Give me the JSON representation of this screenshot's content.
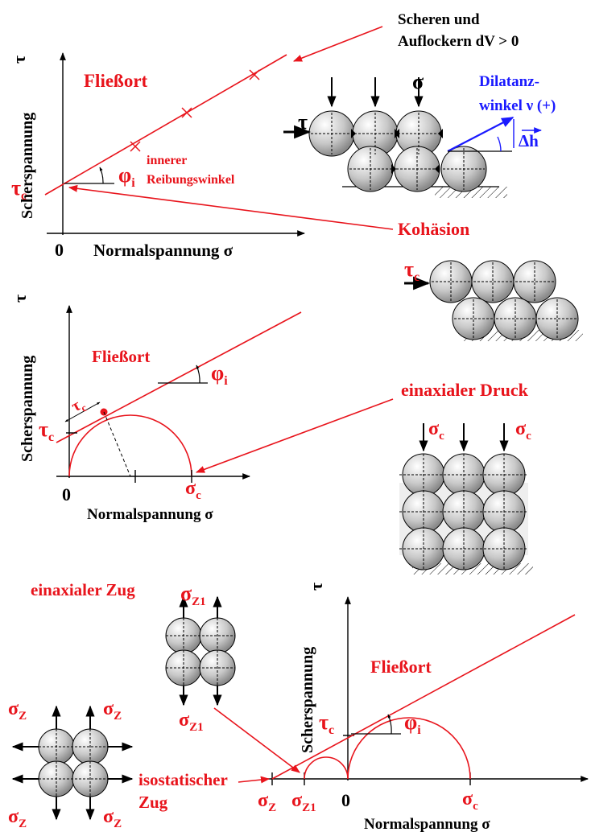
{
  "colors": {
    "accent_red": "#e8141c",
    "axis_black": "#000000",
    "dilatancy_blue": "#1a1aff",
    "particle_gray": "#c8c8c8"
  },
  "panel1": {
    "callout_shear": "Scheren und",
    "callout_loosen": "Auflockern dV > 0",
    "tau_axis": "τ",
    "y_label": "Scherspannung",
    "flow_label": "Fließort",
    "sigma_top": "σ",
    "tau_side": "τ",
    "dilatancy_1": "Dilatanz-",
    "dilatancy_2": "winkel ν (+)",
    "dh_label": "Δh",
    "tau_c": "τ",
    "tau_c_sub": "c",
    "phi": "φ",
    "phi_sub": "i",
    "inner_1": "innerer",
    "inner_2": "Reibungswinkel",
    "origin": "0",
    "x_label": "Normalspannung σ",
    "cohesion": "Kohäsion"
  },
  "panel2": {
    "tau_c_particles": "τ",
    "tau_c_particles_sub": "c",
    "tau_axis": "τ",
    "y_label": "Scherspannung",
    "flow_label": "Fließort",
    "phi": "φ",
    "phi_sub": "i",
    "tau_c_slant": "τ",
    "tau_c_slant_sub": "c",
    "tau_c": "τ",
    "tau_c_sub": "c",
    "uniaxial_compression": "einaxialer Druck",
    "sigma_c_left": "σ",
    "sigma_c_left_sub": "c",
    "sigma_c_right": "σ",
    "sigma_c_right_sub": "c",
    "origin": "0",
    "sigma_c_axis": "σ",
    "sigma_c_axis_sub": "c",
    "x_label": "Normalspannung σ"
  },
  "panel3": {
    "uniaxial_tension": "einaxialer Zug",
    "sigma_z1_top": "σ",
    "sigma_z1_top_sub": "Z1",
    "sigma_z1_bottom": "σ",
    "sigma_z1_bottom_sub": "Z1",
    "tau_axis": "τ",
    "y_label": "Scherspannung",
    "flow_label": "Fließort",
    "sigma_z_tl": "σ",
    "sigma_z_tl_sub": "Z",
    "sigma_z_tr": "σ",
    "sigma_z_tr_sub": "Z",
    "sigma_z_bl": "σ",
    "sigma_z_bl_sub": "Z",
    "sigma_z_br": "σ",
    "sigma_z_br_sub": "Z",
    "tau_c": "τ",
    "tau_c_sub": "c",
    "phi": "φ",
    "phi_sub": "i",
    "isostatic_1": "isostatischer",
    "isostatic_2": "Zug",
    "axis_sigma_z": "σ",
    "axis_sigma_z_sub": "Z",
    "axis_sigma_z1": "σ",
    "axis_sigma_z1_sub": "Z1",
    "origin": "0",
    "axis_sigma_c": "σ",
    "axis_sigma_c_sub": "c",
    "x_label": "Normalspannung σ"
  }
}
